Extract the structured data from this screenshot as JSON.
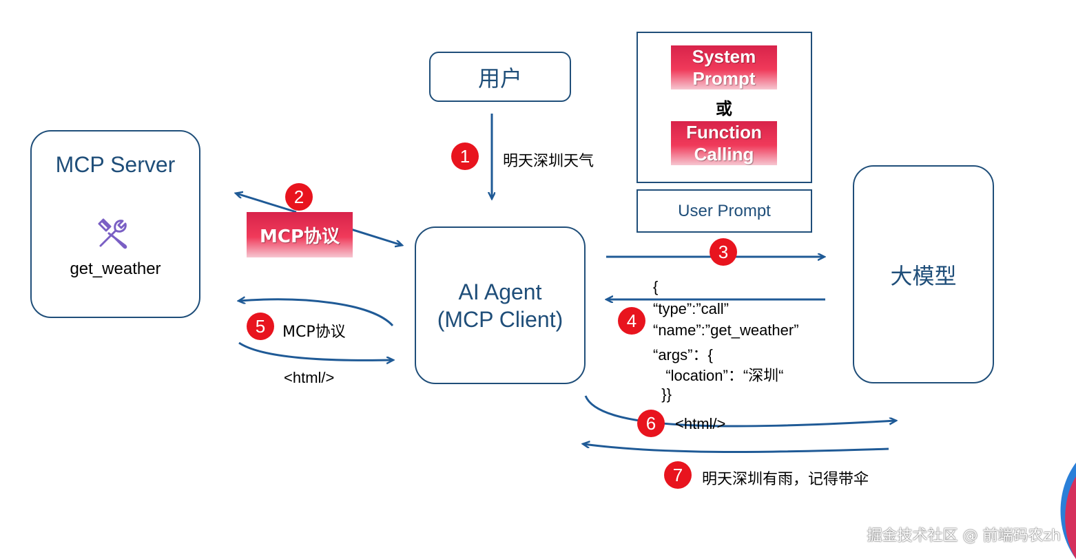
{
  "nodes": {
    "user": "用户",
    "mcp_server_title": "MCP Server",
    "mcp_server_tool": "get_weather",
    "agent_line1": "AI Agent",
    "agent_line2": "(MCP Client)",
    "llm": "大模型",
    "system_prompt_line1": "System",
    "system_prompt_line2": "Prompt",
    "or": "或",
    "function_calling_line1": "Function",
    "function_calling_line2": "Calling",
    "user_prompt": "User Prompt"
  },
  "steps": {
    "s1_num": "1",
    "s1_label": "明天深圳天气",
    "s2_num": "2",
    "s2_label": "MCP协议",
    "s3_num": "3",
    "s4_num": "4",
    "s5_num": "5",
    "s5_label": "MCP协议",
    "s5_return": "<html/>",
    "s6_num": "6",
    "s6_label": "<html/>",
    "s7_num": "7",
    "s7_label": "明天深圳有雨，记得带伞"
  },
  "json_call": [
    "{",
    "“type”:”call”",
    "“name”:”get_weather”",
    "“args”：{",
    "   “location”：“深圳“",
    "  }}"
  ],
  "watermark": "掘金技术社区 @ 前端码农zh",
  "colors": {
    "arrow": "#1f5a96",
    "box_border": "#1f4e79",
    "badge": "#e8141e",
    "tag_red": "#e8284f",
    "tool_icon": "#7a5fc4"
  },
  "icons": {
    "tool": "tools-icon"
  }
}
